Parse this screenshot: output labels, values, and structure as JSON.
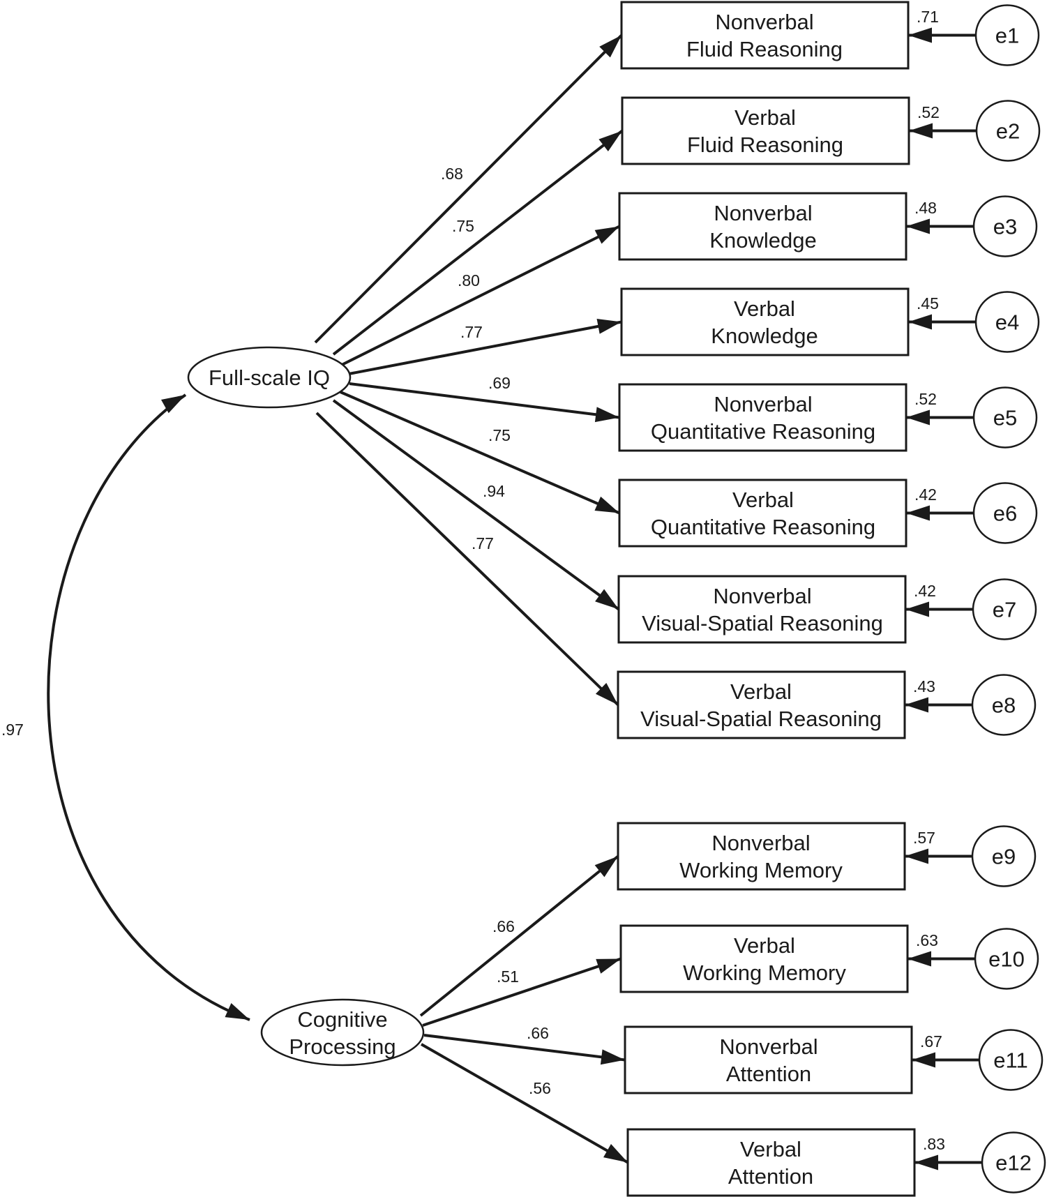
{
  "factors": [
    {
      "id": "fsiq",
      "label_lines": [
        "Full-scale IQ"
      ]
    },
    {
      "id": "cp",
      "label_lines": [
        "Cognitive",
        "Processing"
      ]
    }
  ],
  "correlation": {
    "value": ".97"
  },
  "indicators": [
    {
      "factor": "fsiq",
      "label_lines": [
        "Nonverbal",
        "Fluid Reasoning"
      ],
      "loading": ".68",
      "error": "e1",
      "error_value": ".71"
    },
    {
      "factor": "fsiq",
      "label_lines": [
        "Verbal",
        "Fluid Reasoning"
      ],
      "loading": ".75",
      "error": "e2",
      "error_value": ".52"
    },
    {
      "factor": "fsiq",
      "label_lines": [
        "Nonverbal",
        "Knowledge"
      ],
      "loading": ".80",
      "error": "e3",
      "error_value": ".48"
    },
    {
      "factor": "fsiq",
      "label_lines": [
        "Verbal",
        "Knowledge"
      ],
      "loading": ".77",
      "error": "e4",
      "error_value": ".45"
    },
    {
      "factor": "fsiq",
      "label_lines": [
        "Nonverbal",
        "Quantitative Reasoning"
      ],
      "loading": ".69",
      "error": "e5",
      "error_value": ".52"
    },
    {
      "factor": "fsiq",
      "label_lines": [
        "Verbal",
        "Quantitative Reasoning"
      ],
      "loading": ".75",
      "error": "e6",
      "error_value": ".42"
    },
    {
      "factor": "fsiq",
      "label_lines": [
        "Nonverbal",
        "Visual-Spatial Reasoning"
      ],
      "loading": ".94",
      "error": "e7",
      "error_value": ".42"
    },
    {
      "factor": "fsiq",
      "label_lines": [
        "Verbal",
        "Visual-Spatial Reasoning"
      ],
      "loading": ".77",
      "error": "e8",
      "error_value": ".43"
    },
    {
      "factor": "cp",
      "label_lines": [
        "Nonverbal",
        "Working Memory"
      ],
      "loading": ".66",
      "error": "e9",
      "error_value": ".57"
    },
    {
      "factor": "cp",
      "label_lines": [
        "Verbal",
        "Working Memory"
      ],
      "loading": ".51",
      "error": "e10",
      "error_value": ".63"
    },
    {
      "factor": "cp",
      "label_lines": [
        "Nonverbal",
        "Attention"
      ],
      "loading": ".66",
      "error": "e11",
      "error_value": ".67"
    },
    {
      "factor": "cp",
      "label_lines": [
        "Verbal",
        "Attention"
      ],
      "loading": ".56",
      "error": "e12",
      "error_value": ".83"
    }
  ]
}
